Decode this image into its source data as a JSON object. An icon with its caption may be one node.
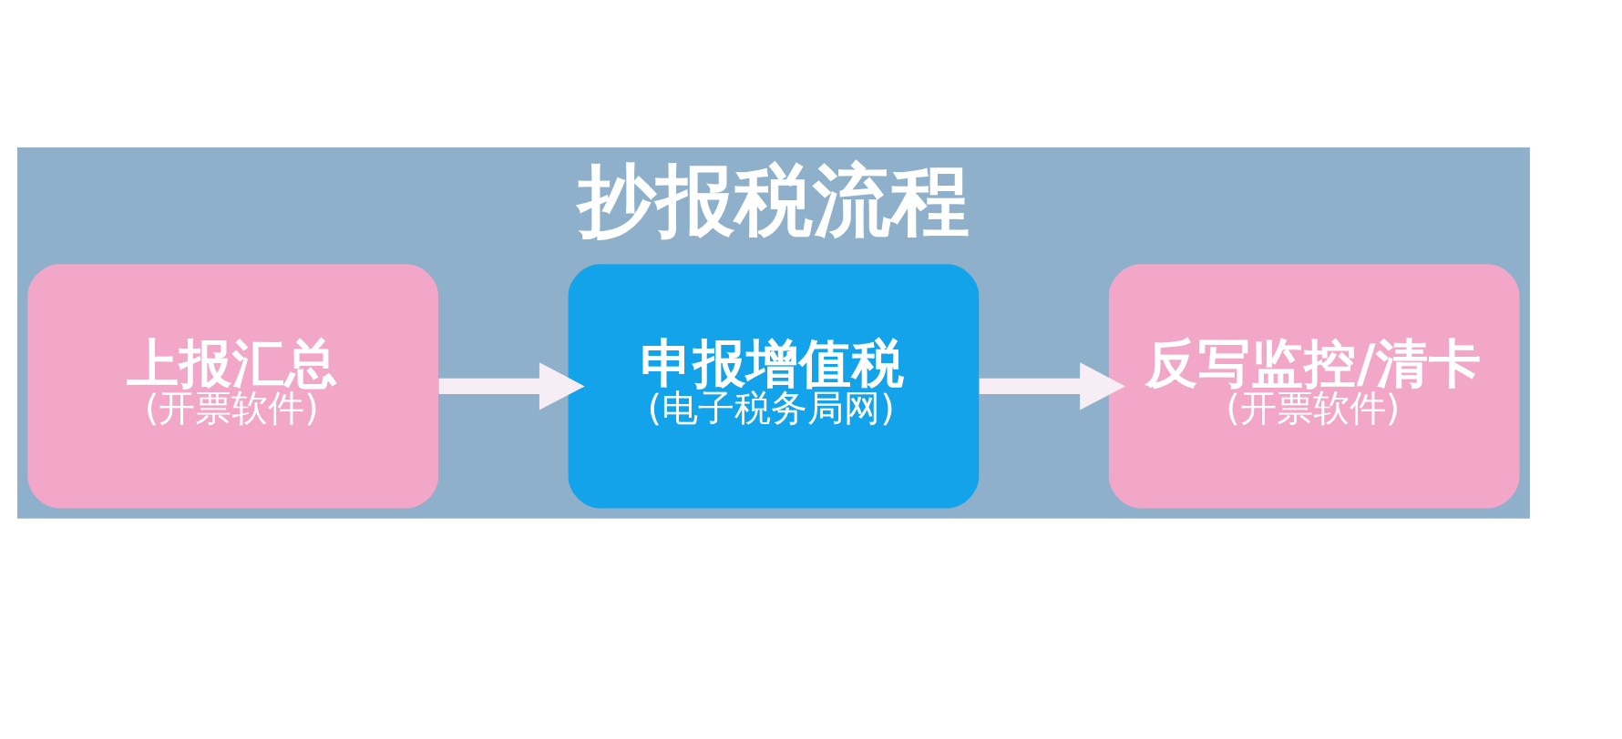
{
  "diagram": {
    "title": "抄报税流程",
    "nodes": [
      {
        "text": [
          "上报汇总",
          "(开票软件)"
        ]
      },
      {
        "text": [
          "申报增值税",
          "(电子税务局网)"
        ]
      },
      {
        "text": [
          "反写监控/清卡",
          "(开票软件)"
        ]
      }
    ],
    "edges": [
      {
        "from": 0,
        "to": 1,
        "arrow": "to"
      },
      {
        "from": 1,
        "to": 2,
        "arrow": "to"
      }
    ]
  }
}
